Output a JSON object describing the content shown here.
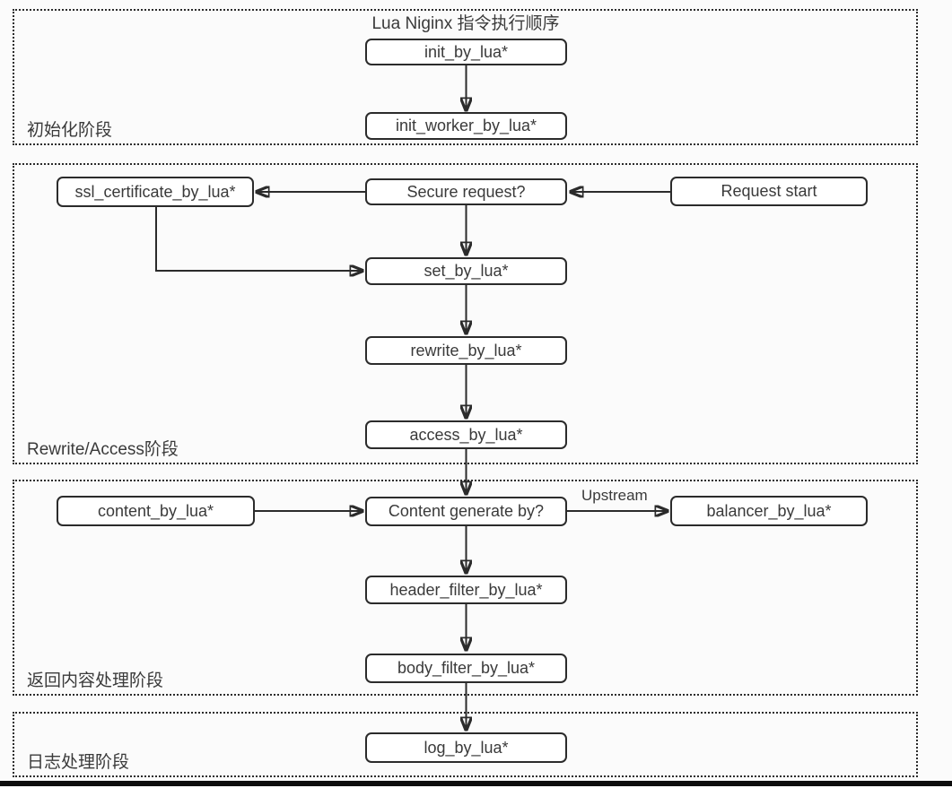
{
  "title": "Lua Niginx 指令执行顺序",
  "sections": [
    {
      "label": "初始化阶段"
    },
    {
      "label": "Rewrite/Access阶段"
    },
    {
      "label": "返回内容处理阶段"
    },
    {
      "label": "日志处理阶段"
    }
  ],
  "nodes": {
    "init_by_lua": {
      "label": "init_by_lua*"
    },
    "init_worker_by_lua": {
      "label": "init_worker_by_lua*"
    },
    "ssl_certificate_by_lua": {
      "label": "ssl_certificate_by_lua*"
    },
    "secure_request": {
      "label": "Secure request?"
    },
    "request_start": {
      "label": "Request start"
    },
    "set_by_lua": {
      "label": "set_by_lua*"
    },
    "rewrite_by_lua": {
      "label": "rewrite_by_lua*"
    },
    "access_by_lua": {
      "label": "access_by_lua*"
    },
    "content_by_lua": {
      "label": "content_by_lua*"
    },
    "content_generate_by": {
      "label": "Content generate by?"
    },
    "balancer_by_lua": {
      "label": "balancer_by_lua*"
    },
    "header_filter_by_lua": {
      "label": "header_filter_by_lua*"
    },
    "body_filter_by_lua": {
      "label": "body_filter_by_lua*"
    },
    "log_by_lua": {
      "label": "log_by_lua*"
    }
  },
  "edge_labels": {
    "upstream": "Upstream"
  },
  "colors": {
    "line": "#2b2b2b",
    "node_fill": "#ffffff",
    "text": "#3a3a3a",
    "background": "#fbfbfb"
  }
}
